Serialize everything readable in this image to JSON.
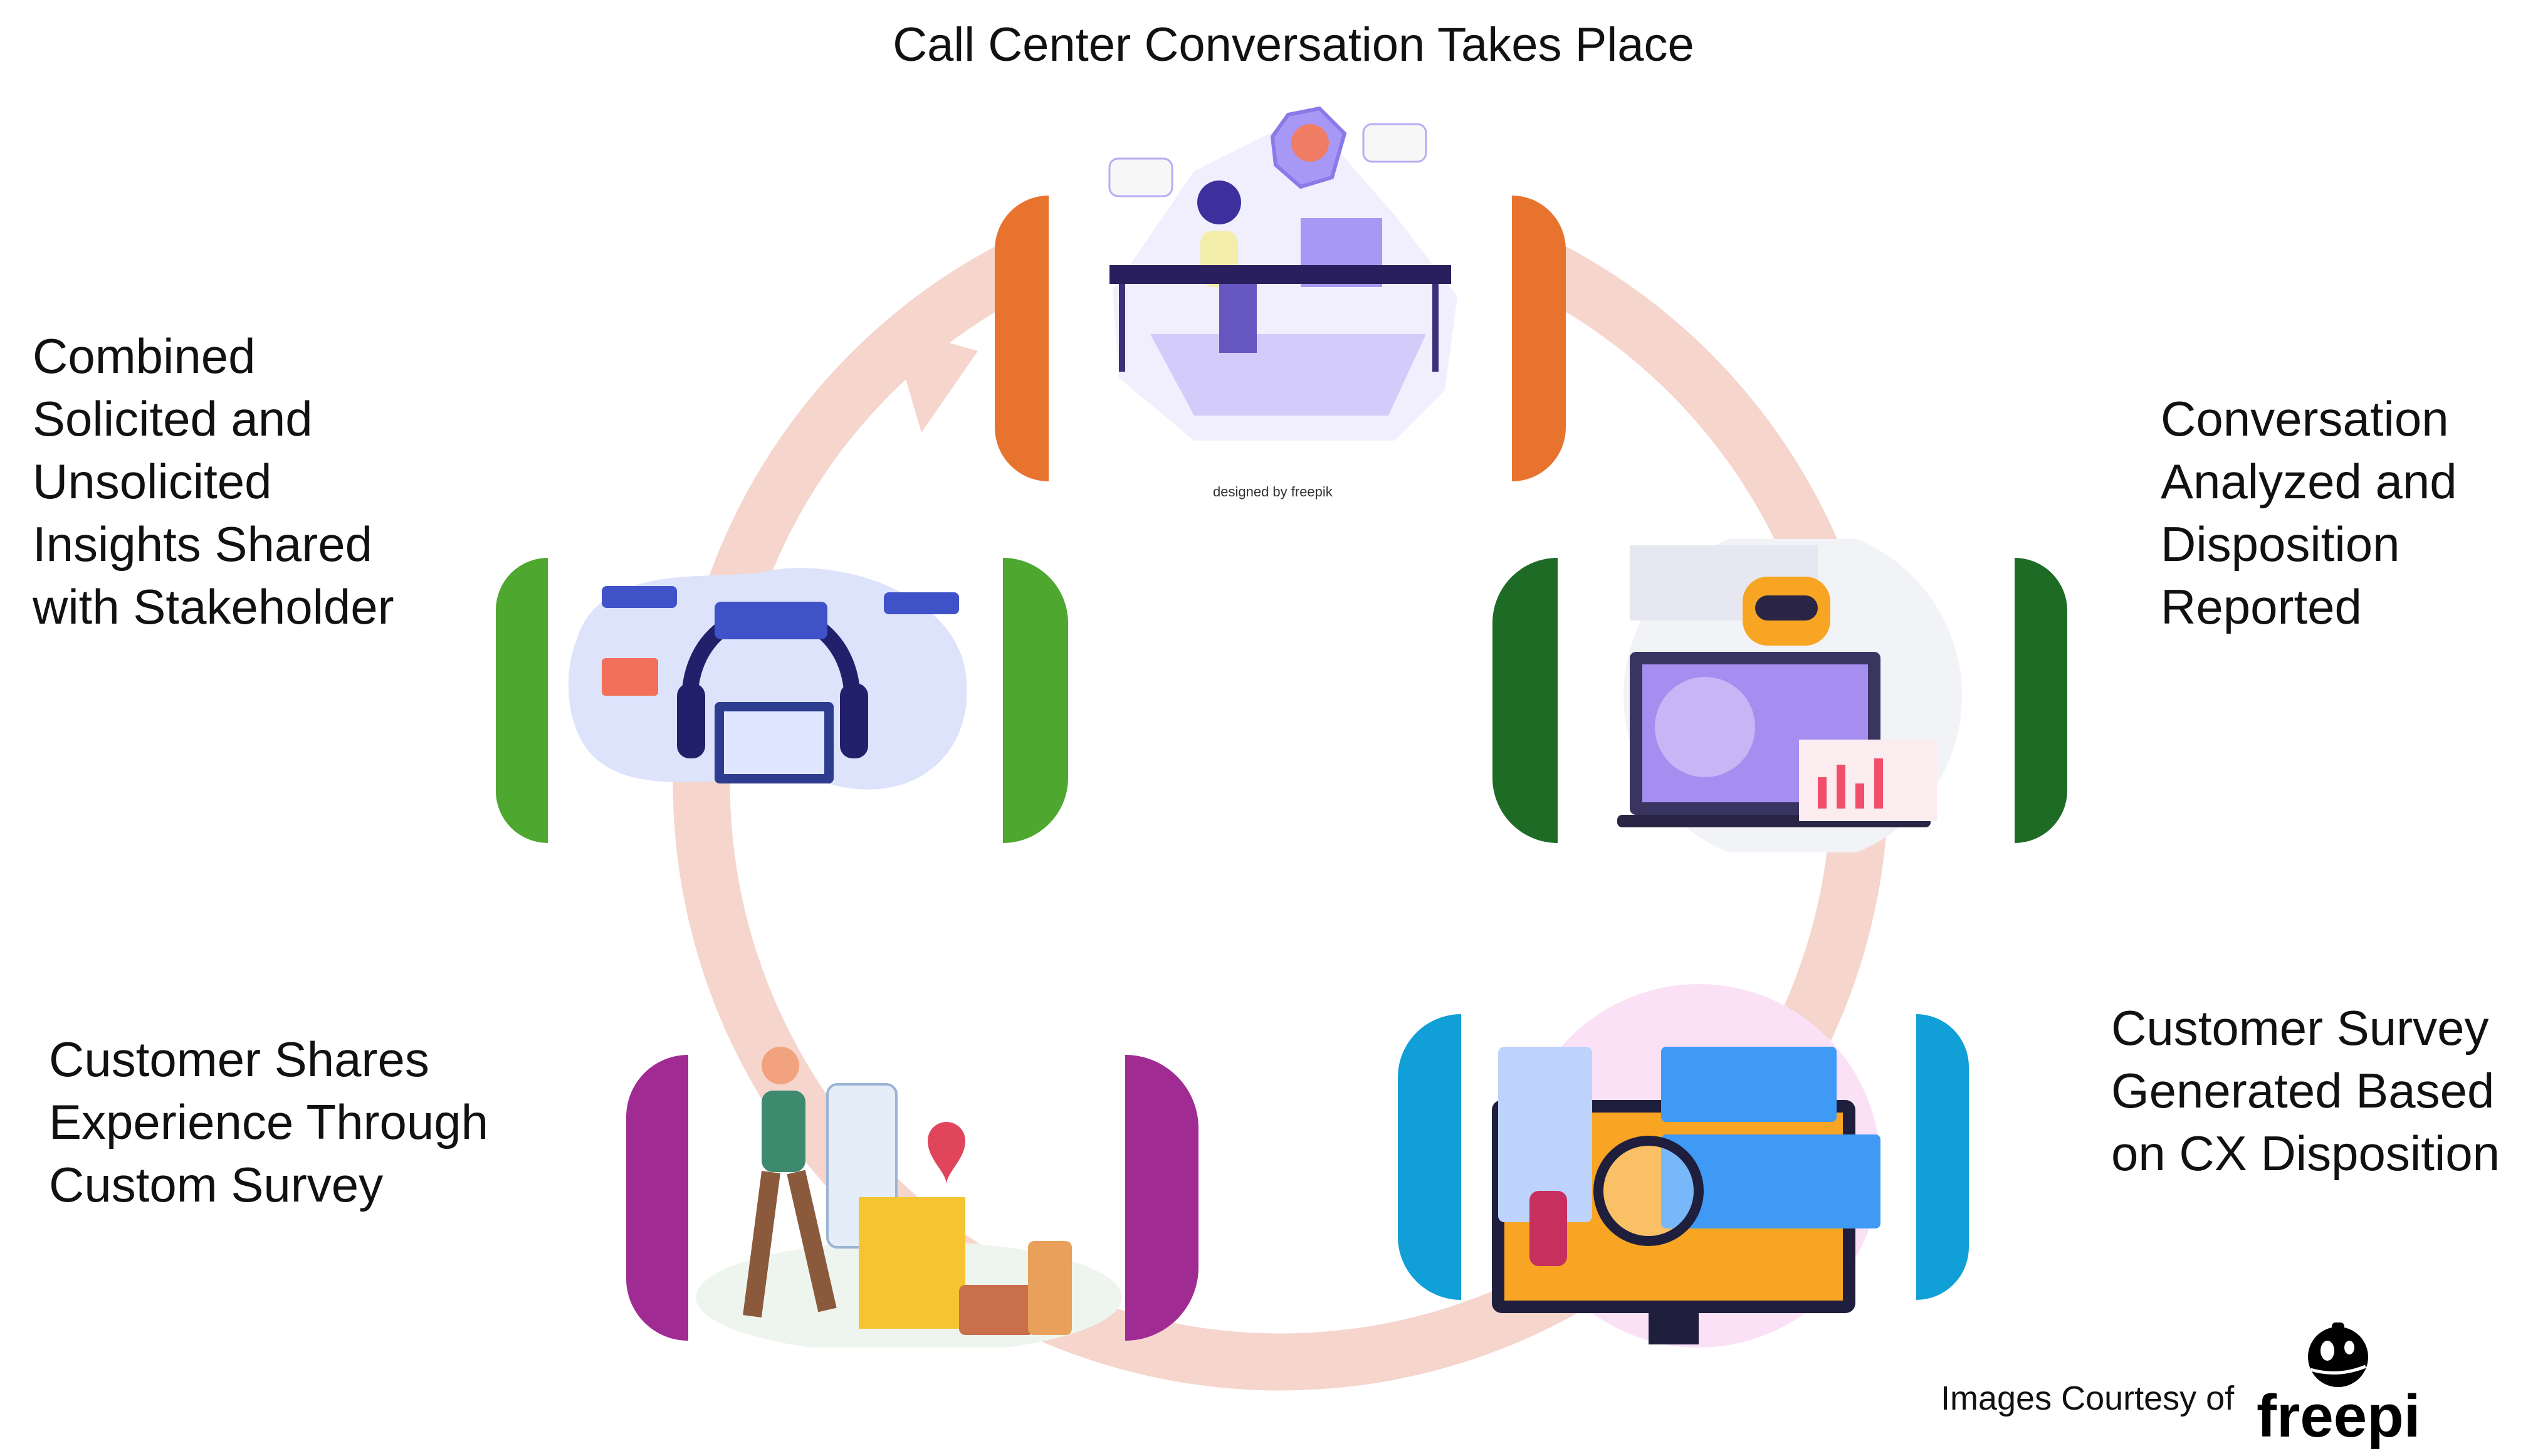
{
  "title": "Call Center Conversation Takes Place",
  "steps": [
    {
      "lines": [
        "Conversation",
        "Analyzed and",
        "Disposition",
        "Reported"
      ],
      "color": "#1e6b25"
    },
    {
      "lines": [
        "Customer Survey",
        "Generated Based",
        "on CX Disposition"
      ],
      "color": "#109fd6"
    },
    {
      "lines": [
        "Customer Shares",
        "Experience Through",
        "Custom Survey"
      ],
      "color": "#a02b93"
    },
    {
      "lines": [
        "Combined",
        "Solicited and",
        "Unsolicited",
        "Insights Shared",
        "with Stakeholder"
      ],
      "color": "#4ea72e"
    }
  ],
  "top_step_color": "#e8732f",
  "cycle_color": "#f5d5cc",
  "illustration_credit": "designed by freepik",
  "footer": {
    "text": "Images Courtesy of",
    "logo": "freepik"
  }
}
